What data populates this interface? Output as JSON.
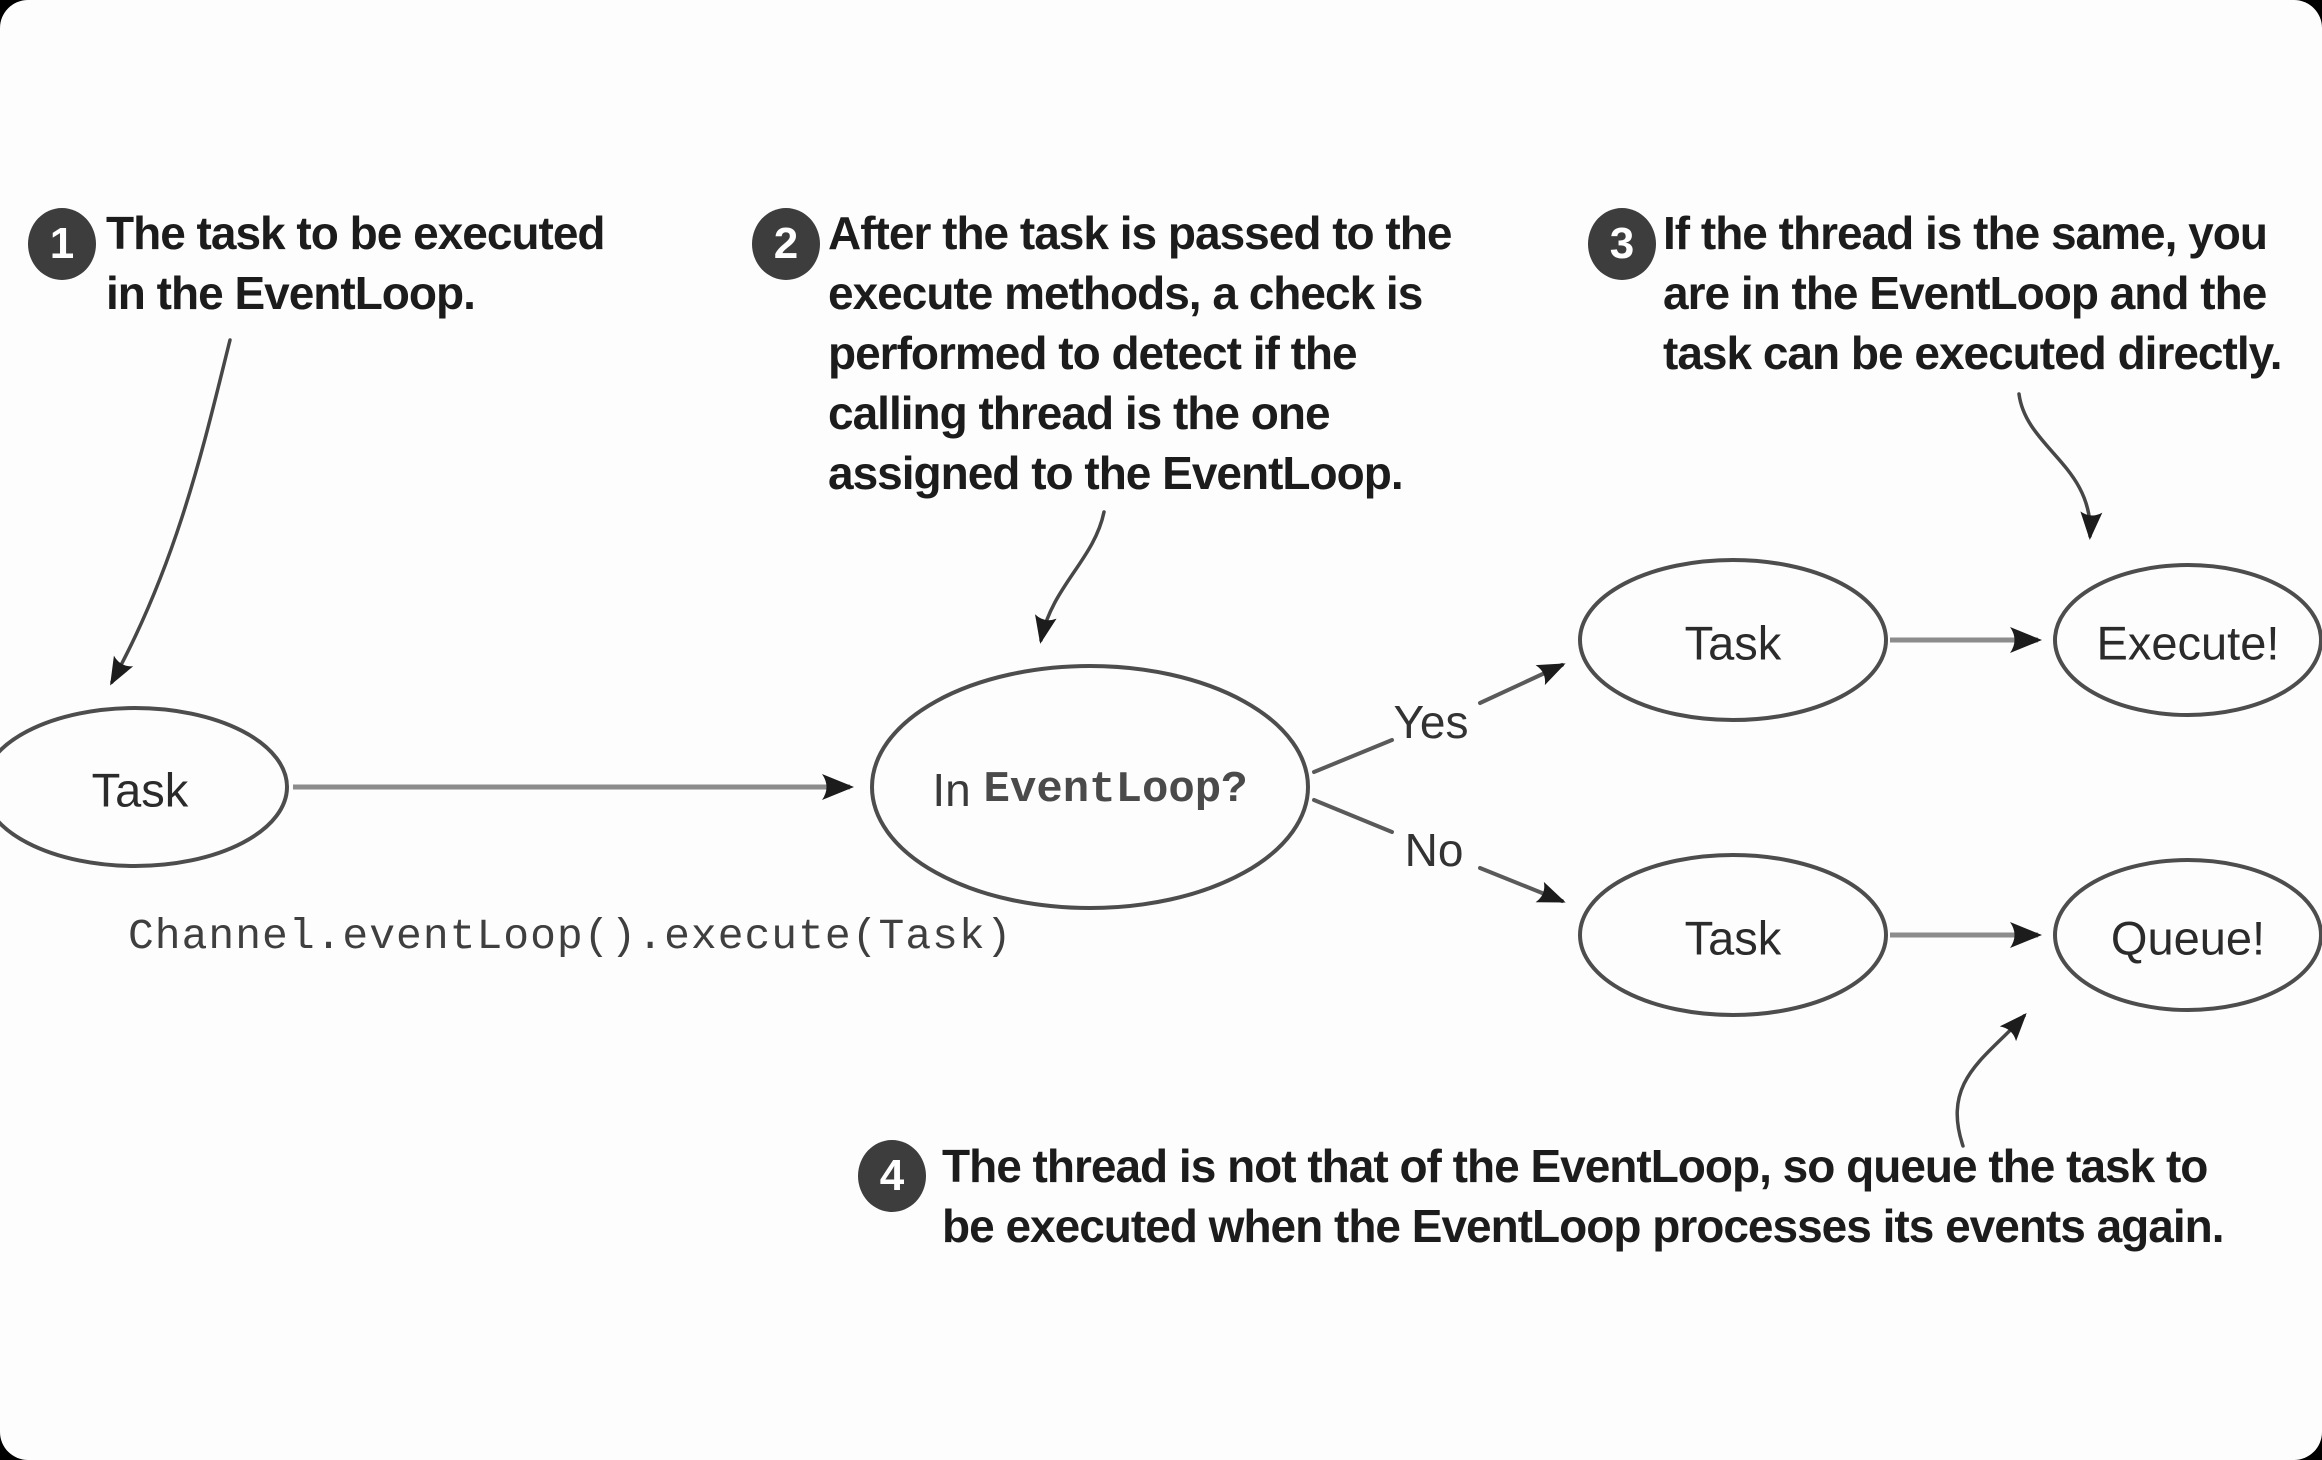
{
  "figure": {
    "description": "EventLoop task execution flow diagram"
  },
  "annotations": [
    {
      "number": "1",
      "lines": [
        "The task to be executed",
        "in the EventLoop."
      ]
    },
    {
      "number": "2",
      "lines": [
        "After the task is passed to the",
        "execute methods, a check is",
        "performed to detect if the",
        "calling thread is the one",
        "assigned to the EventLoop."
      ]
    },
    {
      "number": "3",
      "lines": [
        "If the thread is the same, you",
        "are in the EventLoop and the",
        "task can be executed directly."
      ]
    },
    {
      "number": "4",
      "lines": [
        "The thread is not that of the EventLoop, so queue the task to",
        "be executed when the EventLoop processes its events again."
      ]
    }
  ],
  "nodes": {
    "task_source": "Task",
    "decision_prefix": "In ",
    "decision_code": "EventLoop?",
    "task_yes": "Task",
    "task_no": "Task",
    "execute": "Execute!",
    "queue": "Queue!"
  },
  "edges": {
    "yes_label": "Yes",
    "no_label": "No"
  },
  "code_caption": "Channel.eventLoop().execute(Task)",
  "colors": {
    "background": "#000000",
    "card": "#fdfdfd",
    "ink": "#1c1c1c",
    "badge": "#3d3d3d",
    "ellipse_stroke": "#4d4d4d",
    "connector": "#8c8c8c",
    "arrowhead": "#1c1c1c"
  }
}
